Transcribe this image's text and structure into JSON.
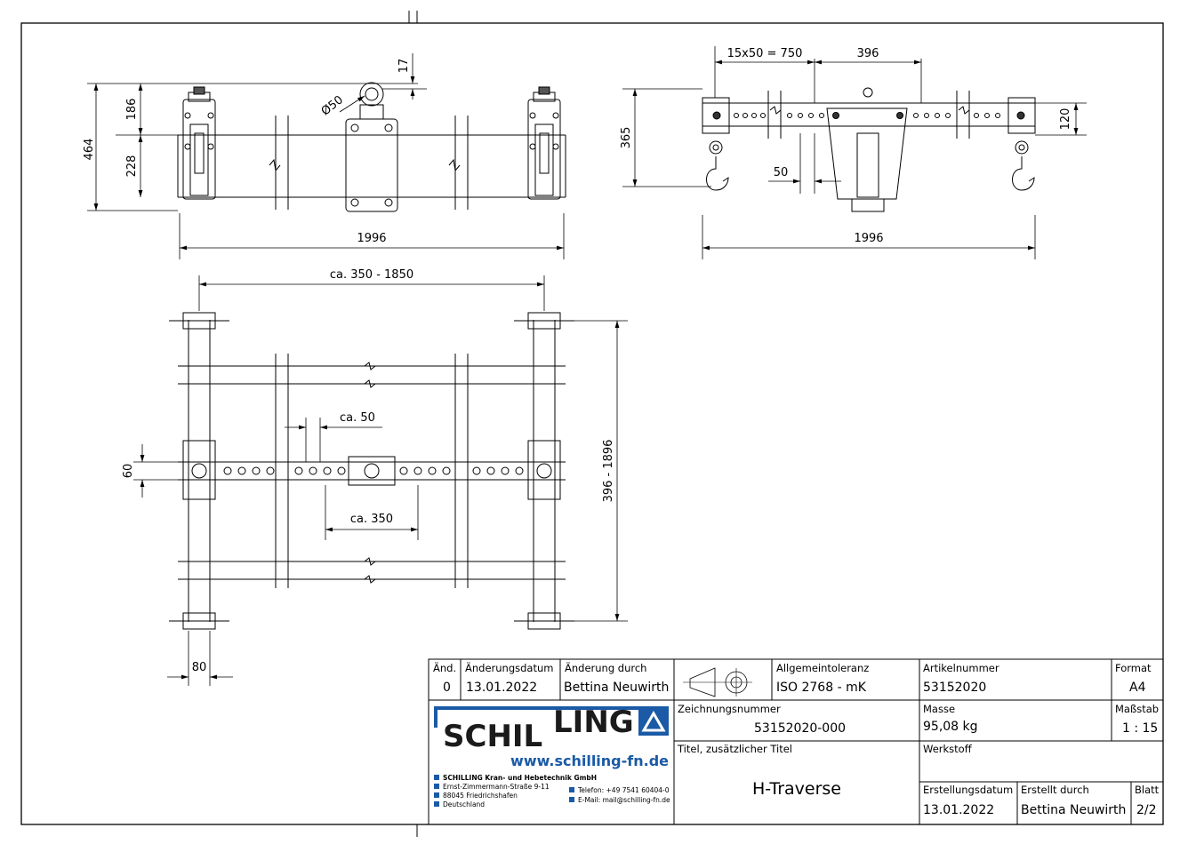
{
  "dimensions": {
    "side_464": "464",
    "side_186": "186",
    "side_228": "228",
    "eye_dia": "Ø50",
    "eye_17": "17",
    "side_width": "1996",
    "front_pitch": "15x50 = 750",
    "front_396": "396",
    "front_365": "365",
    "front_120": "120",
    "front_50": "50",
    "front_width": "1996",
    "top_span": "ca. 350 - 1850",
    "top_ca50": "ca. 50",
    "top_ca350": "ca. 350",
    "top_60": "60",
    "top_80": "80",
    "top_range": "396 - 1896"
  },
  "title_block": {
    "rev_label": "Änd.",
    "rev_value": "0",
    "change_date_label": "Änderungsdatum",
    "change_date_value": "13.01.2022",
    "change_by_label": "Änderung durch",
    "change_by_value": "Bettina Neuwirth",
    "tolerance_label": "Allgemeintoleranz",
    "tolerance_value": "ISO 2768 - mK",
    "article_label": "Artikelnummer",
    "article_value": "53152020",
    "format_label": "Format",
    "format_value": "A4",
    "drawing_no_label": "Zeichnungsnummer",
    "drawing_no_value": "53152020-000",
    "mass_label": "Masse",
    "mass_value": "95,08 kg",
    "scale_label": "Maßstab",
    "scale_value": "1 : 15",
    "title_label": "Titel, zusätzlicher Titel",
    "title_value": "H-Traverse",
    "material_label": "Werkstoff",
    "created_date_label": "Erstellungsdatum",
    "created_date_value": "13.01.2022",
    "created_by_label": "Erstellt durch",
    "created_by_value": "Bettina Neuwirth",
    "sheet_label": "Blatt",
    "sheet_value": "2/2"
  },
  "company": {
    "logo_main": "SCHIL",
    "logo_tail": "LING",
    "website": "www.schilling-fn.de",
    "name": "SCHILLING Kran- und Hebetechnik GmbH",
    "street": "Ernst-Zimmermann-Straße 9-11",
    "city": "88045 Friedrichshafen",
    "country": "Deutschland",
    "phone": "Telefon: +49 7541 60404-0",
    "email": "E-Mail: mail@schilling-fn.de",
    "brand_color": "#1a5aa6"
  }
}
